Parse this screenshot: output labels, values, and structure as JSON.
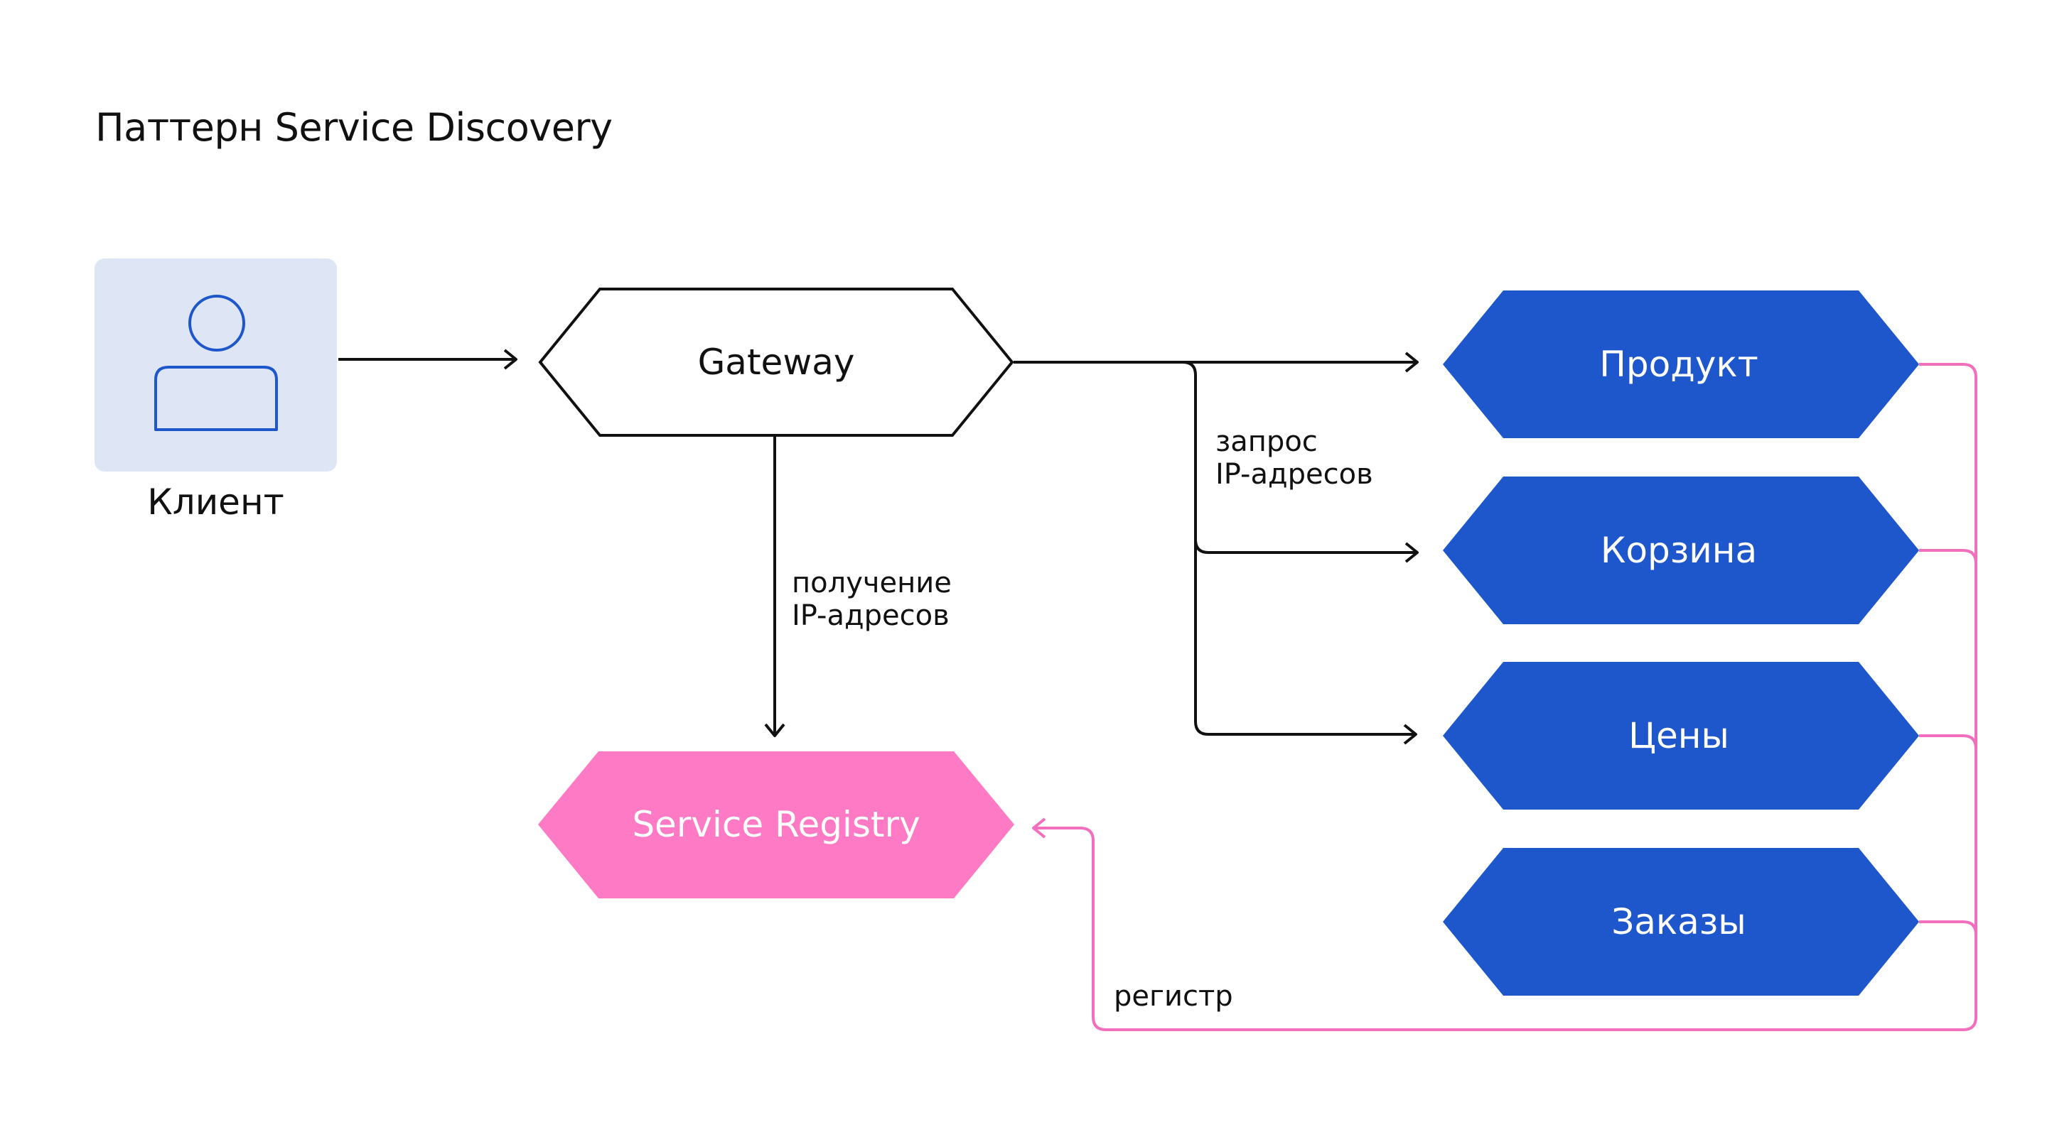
{
  "title": "Паттерн Service Discovery",
  "client": {
    "label": "Клиент",
    "icon": "user-icon"
  },
  "gateway": {
    "label": "Gateway"
  },
  "registry": {
    "label": "Service Registry"
  },
  "services": [
    {
      "label": "Продукт"
    },
    {
      "label": "Корзина"
    },
    {
      "label": "Цены"
    },
    {
      "label": "Заказы"
    }
  ],
  "notes": {
    "get_ips_line1": "получение",
    "get_ips_line2": "IP-адресов",
    "request_ips_line1": "запрос",
    "request_ips_line2": "IP-адресов",
    "register": "регистр"
  },
  "colors": {
    "service_fill": "#1e56cb",
    "registry_fill": "#ff7ac4",
    "registry_line": "#f26fbd",
    "client_card": "#dee6f6",
    "client_icon": "#1e56cb",
    "line": "#111111"
  }
}
